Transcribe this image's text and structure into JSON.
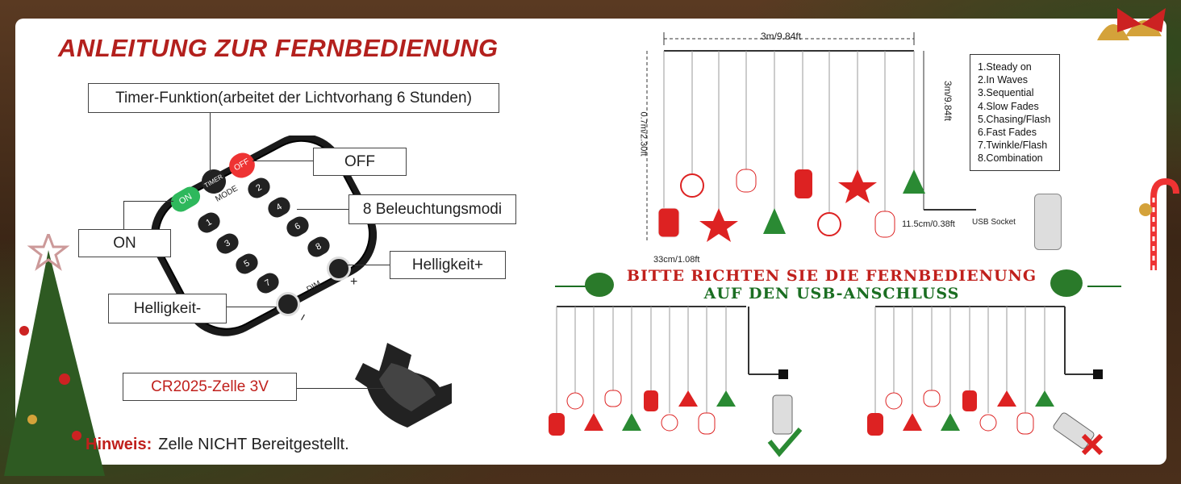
{
  "title": "ANLEITUNG ZUR FERNBEDIENUNG",
  "labels": {
    "timer": "Timer-Funktion(arbeitet der Lichtvorhang 6 Stunden)",
    "off": "OFF",
    "modes": "8 Beleuchtungsmodi",
    "on": "ON",
    "bright_plus": "Helligkeit+",
    "bright_minus": "Helligkeit-",
    "battery": "CR2025-Zelle 3V"
  },
  "remote": {
    "on": "ON",
    "timer": "TIMER",
    "off": "OFF",
    "mode": "MODE",
    "dim": "DIM",
    "plus": "+",
    "minus": "−",
    "numbers": [
      "1",
      "2",
      "3",
      "4",
      "5",
      "6",
      "7",
      "8"
    ]
  },
  "hint": {
    "label": "Hinweis:",
    "text": "Zelle NICHT Bereitgestellt."
  },
  "diagram": {
    "width": "3m/9.84ft",
    "height": "3m/9.84ft",
    "drop": "0.7m/2.30ft",
    "spacing": "33cm/1.08ft",
    "ornament": "11.5cm/0.38ft",
    "usb": "USB Socket",
    "modes_list": [
      "1.Steady on",
      "2.In Waves",
      "3.Sequential",
      "4.Slow Fades",
      "5.Chasing/Flash",
      "6.Fast Fades",
      "7.Twinkle/Flash",
      "8.Combination"
    ]
  },
  "banner": {
    "line1": "BITTE RICHTEN SIE DIE FERNBEDIENUNG",
    "line2": "AUF DEN USB-ANSCHLUSS"
  },
  "colors": {
    "brand_red": "#b3201d",
    "green": "#1b6e22"
  }
}
